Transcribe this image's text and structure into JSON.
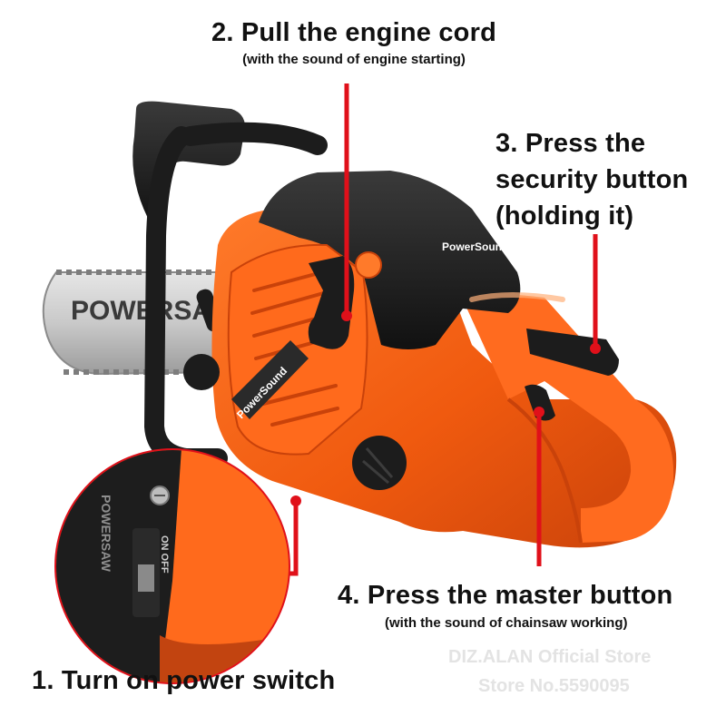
{
  "steps": {
    "step2_title": "2. Pull the engine cord",
    "step2_sub": "(with the sound of engine starting)",
    "step3_line1": "3. Press the",
    "step3_line2": "security button",
    "step3_line3": "(holding it)",
    "step4_title": "4. Press the master button",
    "step4_sub": "(with the sound of chainsaw working)",
    "step1_title": "1. Turn on power switch"
  },
  "product": {
    "brand_logo": "PowerSound",
    "bar_text": "POWERSA",
    "switch_text": "ON OFF"
  },
  "watermark": {
    "line1": "DIZ.ALAN Official Store",
    "line2": "Store No.5590095"
  },
  "colors": {
    "body_orange": "#f05a0f",
    "pointer_red": "#e0101a",
    "handle_black": "#1c1c1c",
    "bar_silver": "#c9c9c9"
  },
  "icons": [
    "toy-chainsaw-photo",
    "power-switch-closeup-photo"
  ]
}
